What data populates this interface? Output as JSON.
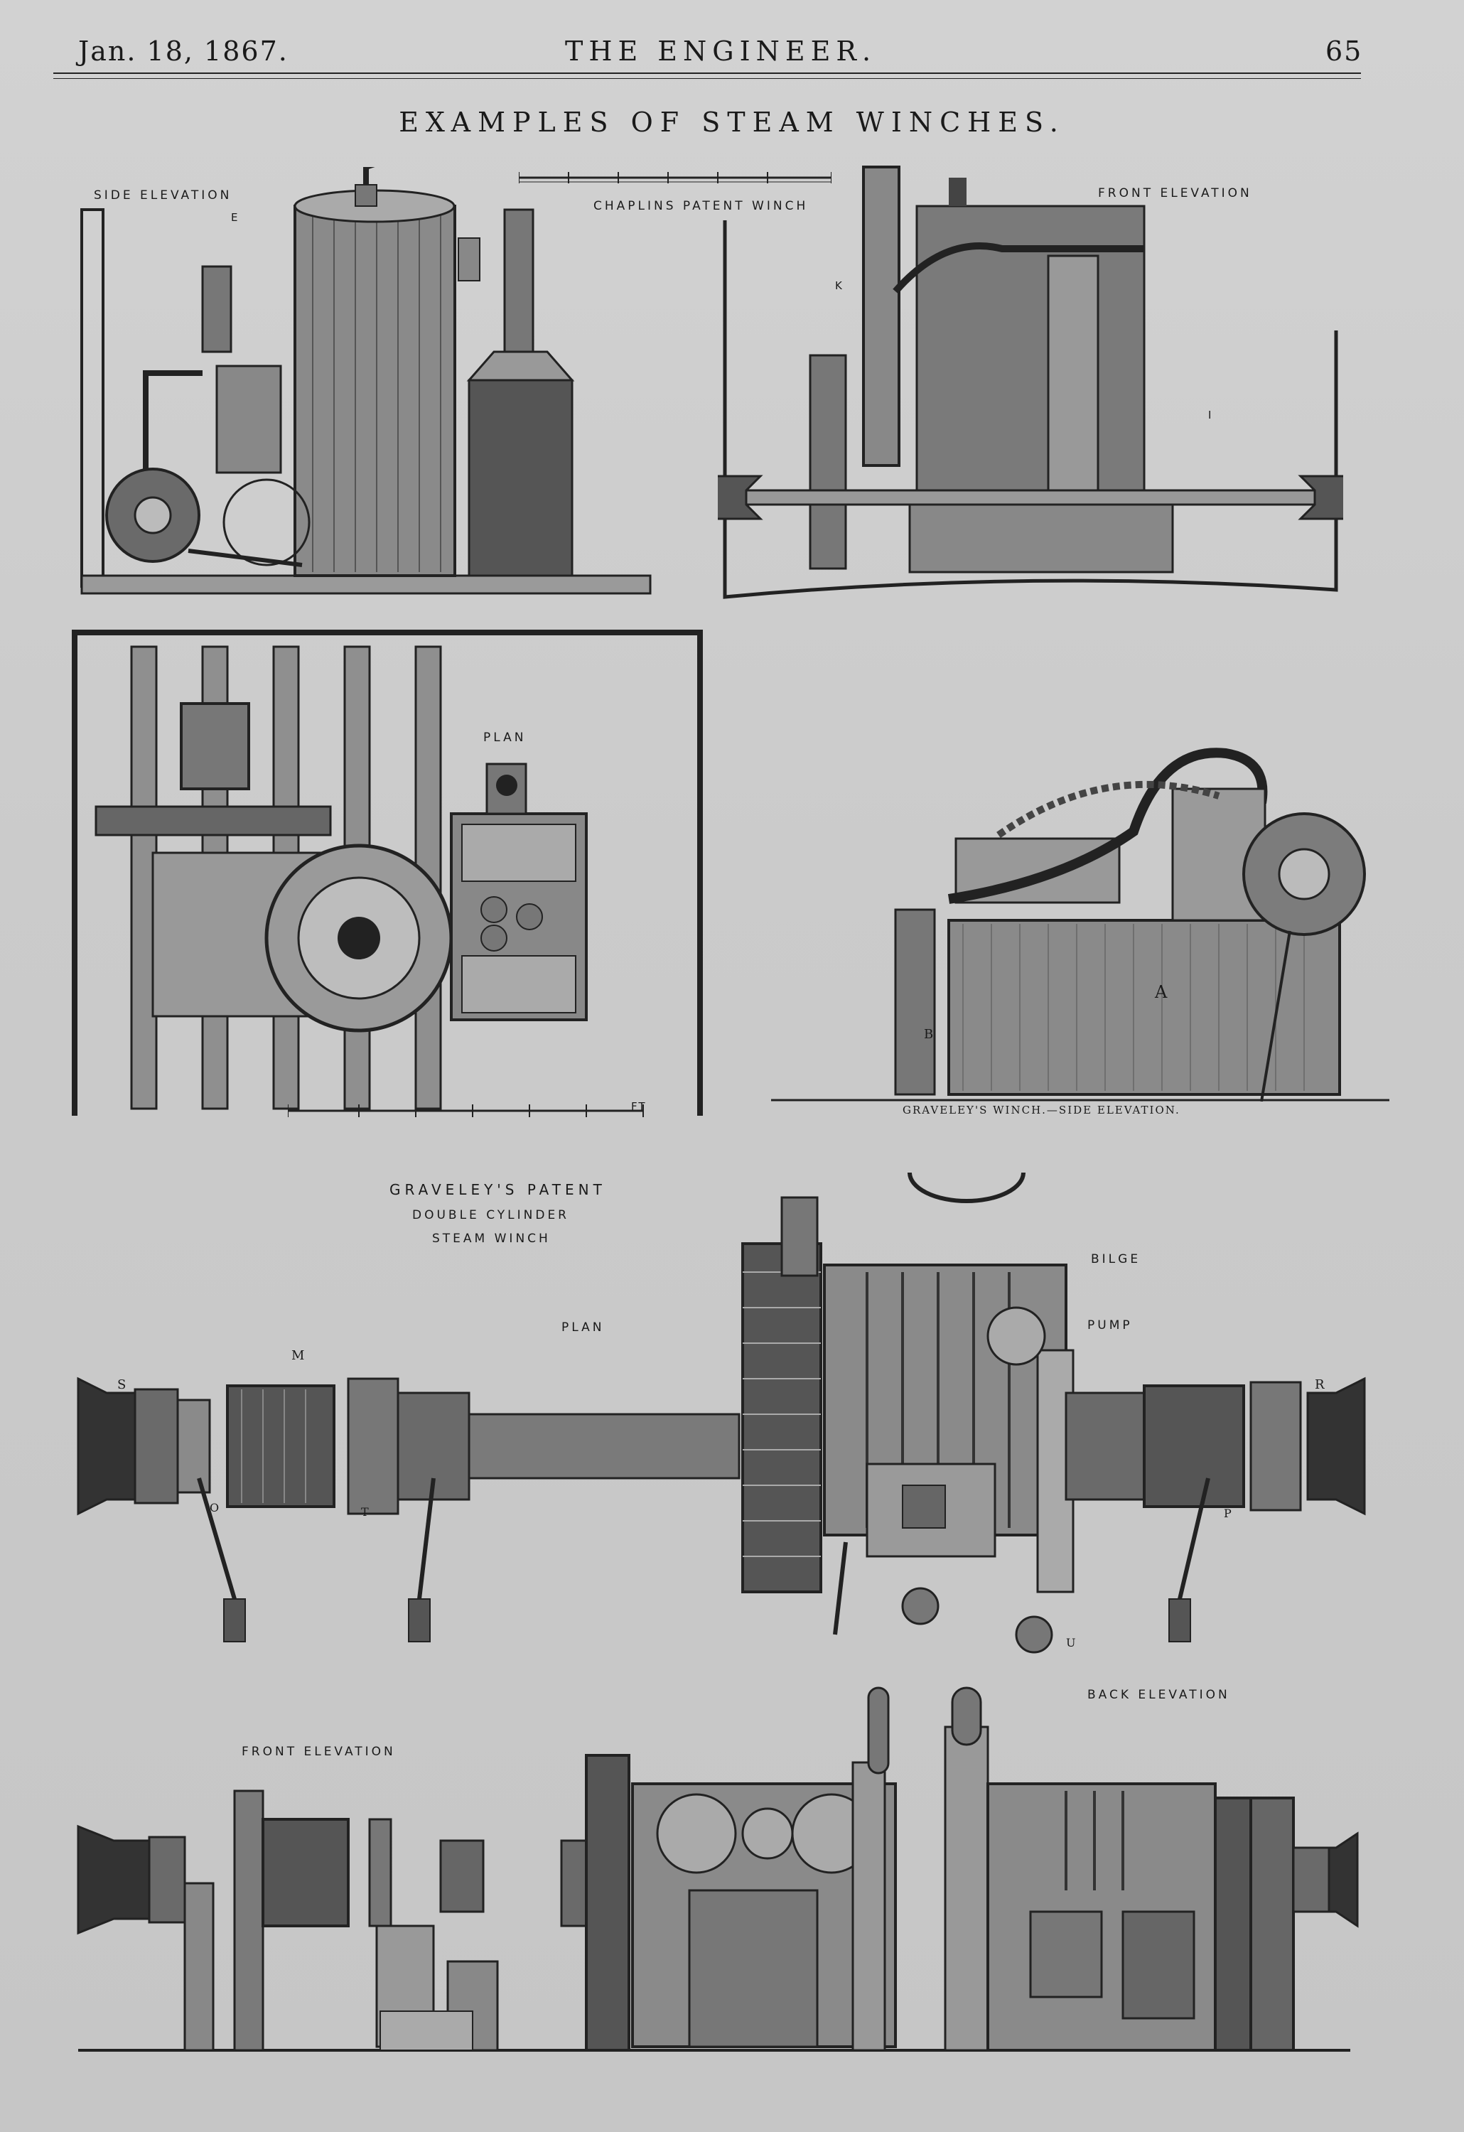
{
  "header": {
    "date": "Jan. 18, 1867.",
    "journal": "THE ENGINEER.",
    "page_number": "65"
  },
  "title": "EXAMPLES OF STEAM WINCHES.",
  "labels": {
    "side_elevation": "SIDE ELEVATION",
    "chaplins": "CHAPLINS PATENT WINCH",
    "front_elevation_top": "FRONT ELEVATION",
    "plan_top": "PLAN",
    "graveley_side_caption": "GRAVELEY'S WINCH.—SIDE ELEVATION.",
    "graveley_title_line1": "GRAVELEY'S PATENT",
    "graveley_title_line2": "DOUBLE CYLINDER",
    "graveley_title_line3": "STEAM WINCH",
    "plan_mid": "PLAN",
    "bilge": "BILGE",
    "pump": "PUMP",
    "back_elevation": "BACK ELEVATION",
    "front_elevation_bottom": "FRONT ELEVATION",
    "letter_a": "A",
    "letter_b": "B",
    "letter_m": "M",
    "letter_s": "S",
    "letter_r": "R",
    "letter_t": "T",
    "letter_p": "P",
    "letter_o": "O",
    "letter_u": "U",
    "letter_k": "K",
    "letter_i": "I",
    "letter_e": "E",
    "scale_ft": "FT"
  },
  "colors": {
    "paper": "#cbcbcb",
    "ink": "#1a1a1a"
  }
}
